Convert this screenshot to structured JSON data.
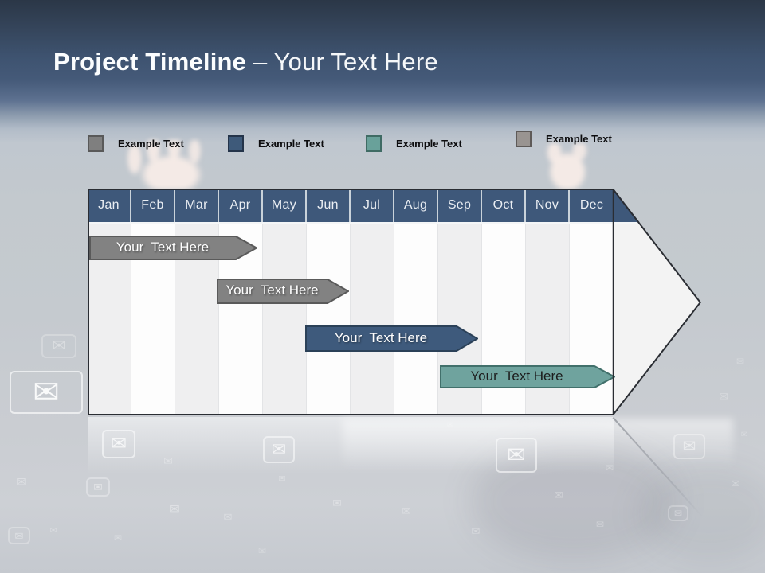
{
  "title": {
    "bold": "Project Timeline",
    "regular": "– Your Text Here"
  },
  "legend": {
    "items": [
      {
        "label": "Example Text",
        "color": "#7f7f7f",
        "border": "#595959"
      },
      {
        "label": "Example Text",
        "color": "#3e5a7a",
        "border": "#24344a"
      },
      {
        "label": "Example Text",
        "color": "#69a19a",
        "border": "#3f6b64"
      },
      {
        "label": "Example Text",
        "color": "#999491",
        "border": "#5e5a58"
      }
    ]
  },
  "timeline": {
    "months": [
      "Jan",
      "Feb",
      "Mar",
      "Apr",
      "May",
      "Jun",
      "Jul",
      "Aug",
      "Sep",
      "Oct",
      "Nov",
      "Dec"
    ],
    "header_color": "#3e587a",
    "bars": [
      {
        "label": "Your  Text Here",
        "fill": "#828282",
        "border": "#5a5a5a",
        "text_color": "#ffffff",
        "start": "Jan",
        "end": "Apr"
      },
      {
        "label": "Your  Text Here",
        "fill": "#828282",
        "border": "#5a5a5a",
        "text_color": "#ffffff",
        "start": "Apr",
        "end": "Jun"
      },
      {
        "label": "Your  Text Here",
        "fill": "#3e5a7c",
        "border": "#2b4158",
        "text_color": "#ffffff",
        "start": "Jun",
        "end": "Sep"
      },
      {
        "label": "Your  Text Here",
        "fill": "#6fa39e",
        "border": "#41706b",
        "text_color": "#1c1c1c",
        "start": "Sep",
        "end": "Dec"
      }
    ]
  },
  "icons": {
    "envelope": "✉"
  }
}
